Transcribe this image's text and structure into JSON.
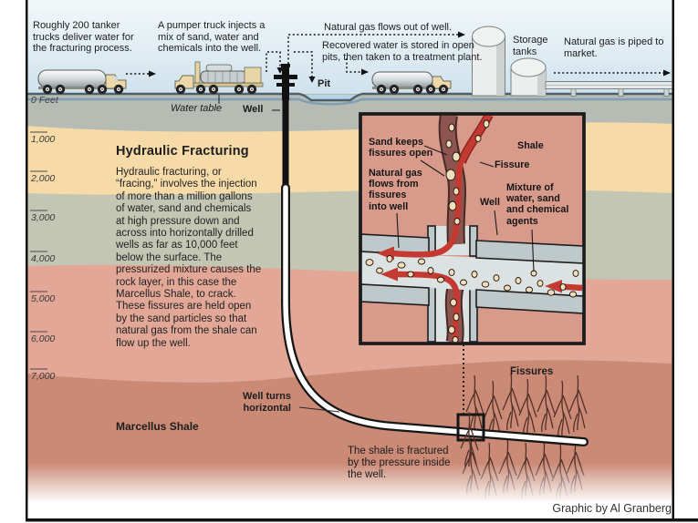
{
  "header": {
    "tanker_note": "Roughly 200 tanker trucks deliver water for the fracturing process.",
    "pumper_note": "A pumper truck injects a mix of sand, water and chemicals into the well.",
    "gas_out_note": "Natural gas flows out of well.",
    "recovered_note": "Recovered water is stored in open pits, then taken to a treatment plant.",
    "storage_label": "Storage tanks",
    "piped_note": "Natural gas is piped to market.",
    "pit_label": "Pit"
  },
  "surface": {
    "water_table_label": "Water table",
    "well_label": "Well"
  },
  "depth_scale": {
    "zero": "0 Feet",
    "ticks": [
      "1,000",
      "2,000",
      "3,000",
      "4,000",
      "5,000",
      "6,000",
      "7,000"
    ]
  },
  "main": {
    "title": "Hydraulic Fracturing",
    "body": "Hydraulic fracturing, or “fracing,” involves the injection of more than a million gallons of water, sand and chemicals at high pressure down and across into horizontally drilled wells as far as 10,000 feet below the surface. The pressurized mixture causes the rock layer, in this case the Marcellus Shale, to crack. These fissures are held open by the sand particles so that natural gas from the shale can flow up the well."
  },
  "inset": {
    "sand_keeps": "Sand keeps fissures open",
    "gas_flows": "Natural gas flows from fissures into well",
    "shale": "Shale",
    "fissure": "Fissure",
    "well": "Well",
    "mixture": "Mixture of water, sand and chemical agents"
  },
  "deep": {
    "marcellus": "Marcellus Shale",
    "well_turns": "Well turns horizontal",
    "fissures": "Fissures",
    "fracture_note": "The shale is fractured by the pressure inside the well."
  },
  "credit": "Graphic by Al Granberg",
  "colors": {
    "sky": "#d9e8f0",
    "layer_gray_top": "#b6bbb4",
    "layer_tan": "#f6dba8",
    "layer_gray2": "#c4c6b4",
    "layer_pink": "#e2a797",
    "layer_marcellus": "#ca8a76",
    "inset_bg": "#d89a8b",
    "fissure_brown": "#8e5550",
    "gas_red": "#c43a32",
    "pit_water": "#b5d4e5",
    "pipe_gray": "#bfc8cb"
  }
}
